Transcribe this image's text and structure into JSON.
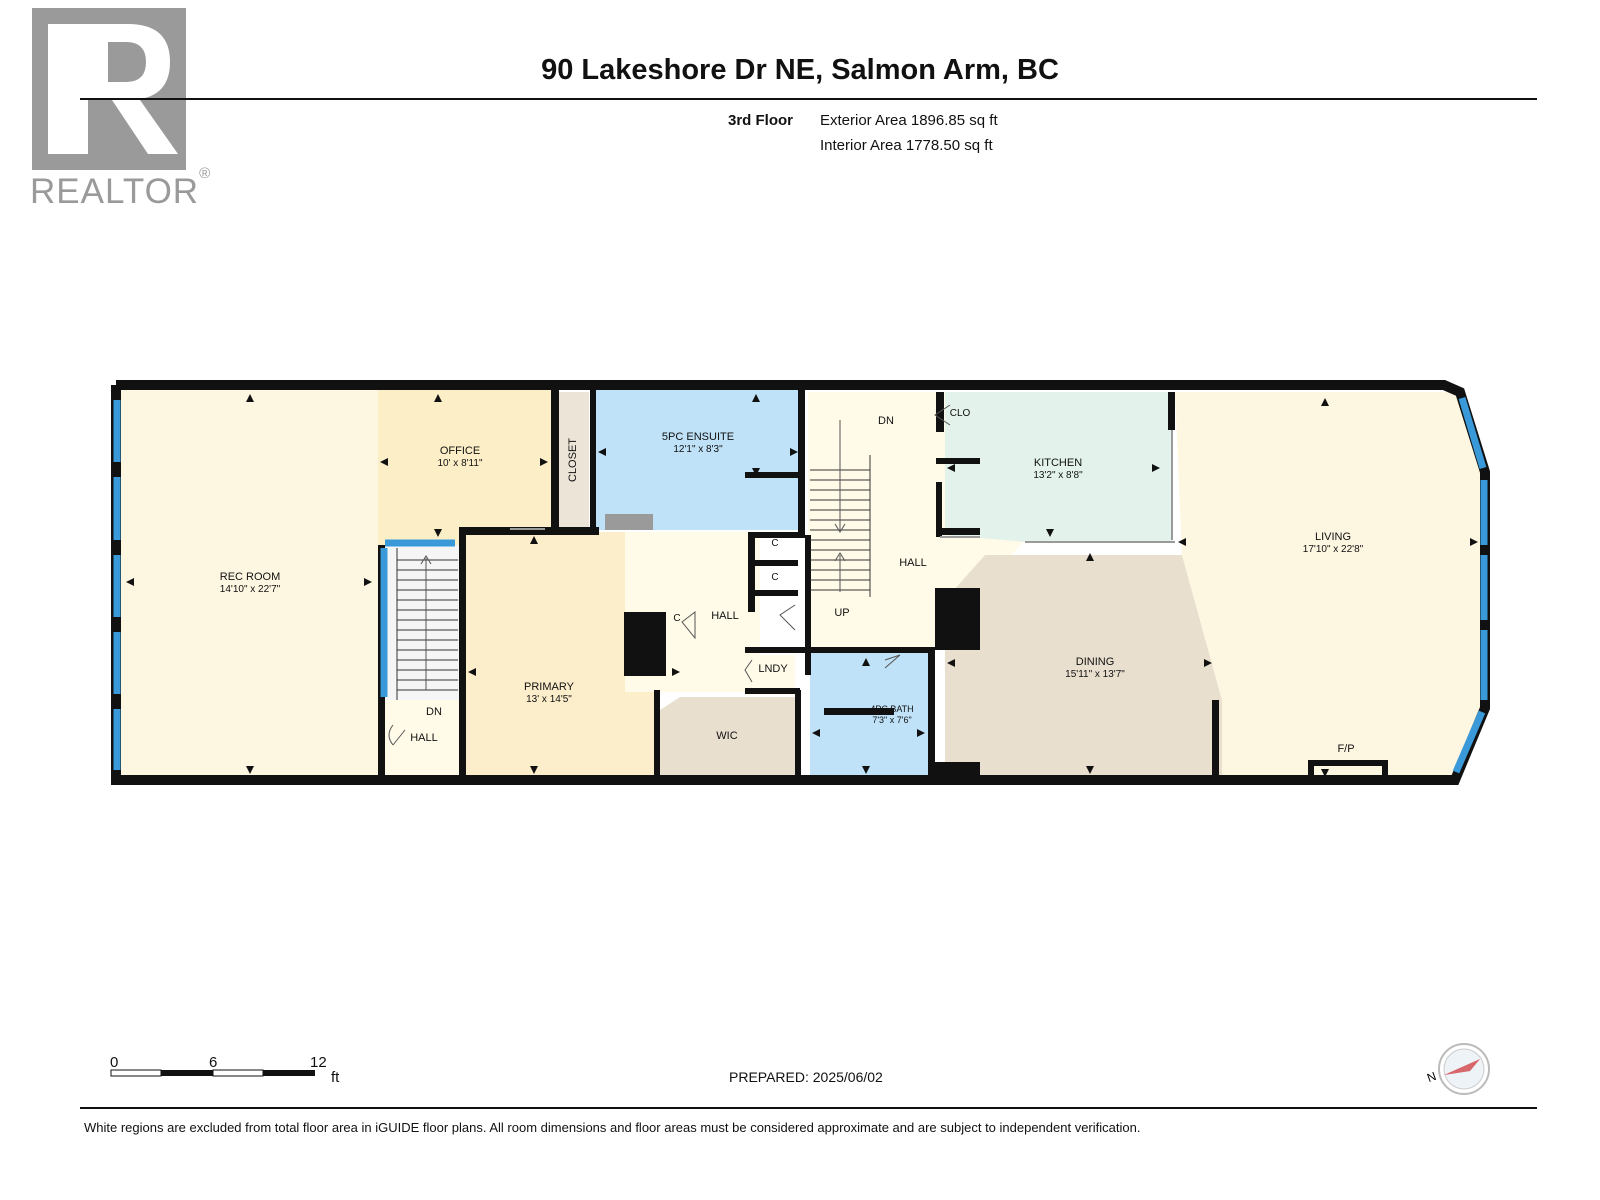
{
  "brand": {
    "logo_text": "REALTOR",
    "registered_mark": "®"
  },
  "header": {
    "address": "90 Lakeshore Dr NE, Salmon Arm, BC"
  },
  "floor": {
    "name": "3rd Floor",
    "exterior_area": "Exterior Area 1896.85 sq ft",
    "interior_area": "Interior Area 1778.50 sq ft"
  },
  "rooms": {
    "rec_room": {
      "name": "REC ROOM",
      "dims": "14'10\" x 22'7\""
    },
    "office": {
      "name": "OFFICE",
      "dims": "10' x 8'11\""
    },
    "closet": {
      "name": "CLOSET"
    },
    "ensuite": {
      "name": "5PC ENSUITE",
      "dims": "12'1\" x 8'3\""
    },
    "primary": {
      "name": "PRIMARY",
      "dims": "13' x 14'5\""
    },
    "hall_center": {
      "name": "HALL"
    },
    "closet_c1": {
      "name": "C"
    },
    "closet_c2": {
      "name": "C"
    },
    "closet_c3": {
      "name": "C"
    },
    "laundry": {
      "name": "LNDY"
    },
    "wic": {
      "name": "WIC"
    },
    "bath": {
      "name": "4PC BATH",
      "dims": "7'3\" x 7'6\""
    },
    "hall_upper": {
      "name": "HALL"
    },
    "clo": {
      "name": "CLO"
    },
    "kitchen": {
      "name": "KITCHEN",
      "dims": "13'2\" x 8'8\""
    },
    "dining": {
      "name": "DINING",
      "dims": "15'11\" x 13'7\""
    },
    "living": {
      "name": "LIVING",
      "dims": "17'10\" x 22'8\""
    },
    "fireplace": {
      "name": "F/P"
    },
    "hall_left": {
      "name": "HALL"
    }
  },
  "stairs": {
    "left_dn": "DN",
    "center_dn": "DN",
    "center_up": "UP"
  },
  "scale": {
    "labels": [
      "0",
      "6",
      "12"
    ],
    "unit": "ft"
  },
  "prepared": "PREPARED: 2025/06/02",
  "compass": {
    "north_label": "N"
  },
  "footer": "White regions are excluded from total floor area in iGUIDE floor plans. All room dimensions and floor areas must be considered approximate and are subject to independent verification.",
  "colors": {
    "wall": "#111111",
    "window": "#3a9ad9",
    "cream": "#fdf6e1",
    "office": "#fcefc8",
    "blue": "#bfe2f8",
    "mint": "#e3f3ec",
    "taupe": "#e9dfcf",
    "primary": "#fdeecb",
    "hall": "#fffbe8",
    "logo_gray": "#9a9a9a"
  }
}
